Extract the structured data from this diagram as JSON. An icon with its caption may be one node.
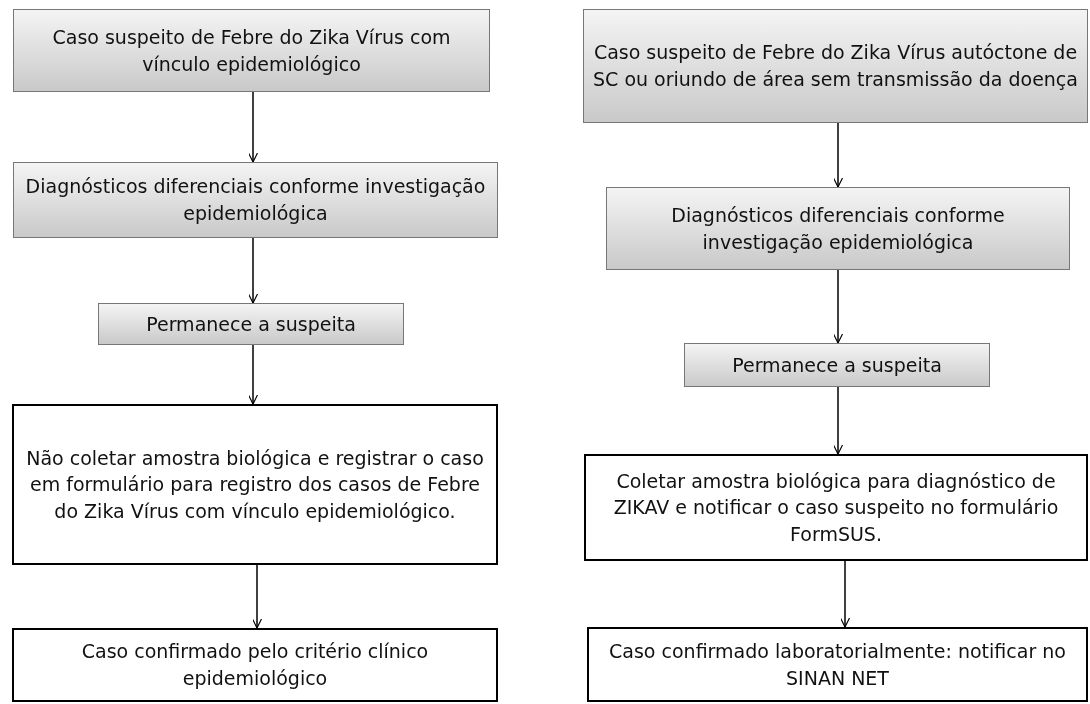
{
  "diagram": {
    "nodes": [
      {
        "text": [
          "Caso suspeito de Febre do Zika Vírus com vínculo epidemiológico"
        ]
      },
      {
        "text": [
          "Diagnósticos diferenciais conforme investigação epidemiológica"
        ]
      },
      {
        "text": [
          "Permanece a suspeita"
        ]
      },
      {
        "text": [
          "Não coletar amostra biológica e registrar o caso em formulário para registro dos casos de Febre do Zika Vírus com vínculo epidemiológico."
        ]
      },
      {
        "text": [
          "Caso confirmado pelo critério clínico epidemiológico"
        ]
      },
      {
        "text": [
          "Caso suspeito de Febre do Zika Vírus autóctone de SC ou oriundo de área sem transmissão da doença"
        ]
      },
      {
        "text": [
          "Diagnósticos diferenciais conforme investigação epidemiológica"
        ]
      },
      {
        "text": [
          "Permanece a suspeita"
        ]
      },
      {
        "text": [
          "Coletar amostra biológica para diagnóstico de ZIKAV e notificar o caso suspeito no formulário FormSUS."
        ]
      },
      {
        "text": [
          "Caso confirmado laboratorialmente: notificar no SINAN NET"
        ]
      }
    ],
    "edges": [
      {
        "from": 0,
        "to": 1,
        "arrow": "to"
      },
      {
        "from": 1,
        "to": 2,
        "arrow": "to"
      },
      {
        "from": 2,
        "to": 3,
        "arrow": "to"
      },
      {
        "from": 3,
        "to": 4,
        "arrow": "to"
      },
      {
        "from": 5,
        "to": 6,
        "arrow": "to"
      },
      {
        "from": 6,
        "to": 7,
        "arrow": "to"
      },
      {
        "from": 7,
        "to": 8,
        "arrow": "to"
      },
      {
        "from": 8,
        "to": 9,
        "arrow": "to"
      }
    ]
  }
}
